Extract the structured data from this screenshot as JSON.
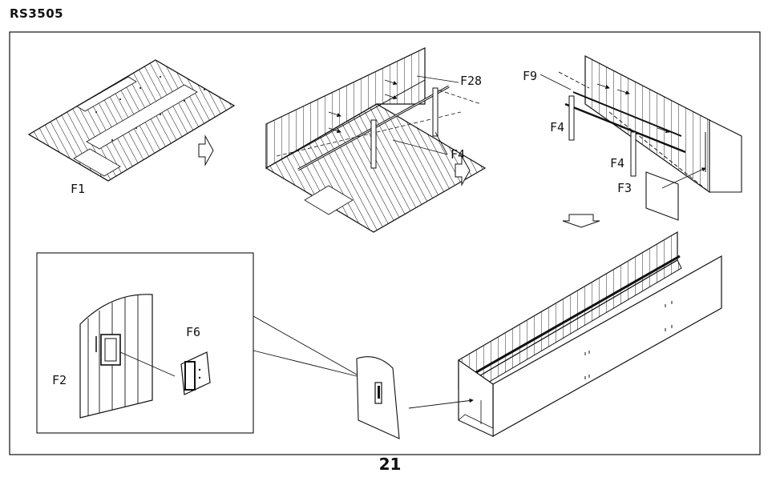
{
  "header": {
    "code": "RS3505"
  },
  "footer": {
    "page_number": "21"
  },
  "labels": {
    "f1": "F1",
    "f28": "F28",
    "f4_center": "F4",
    "f9": "F9",
    "f4_right_upper": "F4",
    "f4_right_lower": "F4",
    "f3": "F3",
    "f6": "F6",
    "f2": "F2"
  }
}
